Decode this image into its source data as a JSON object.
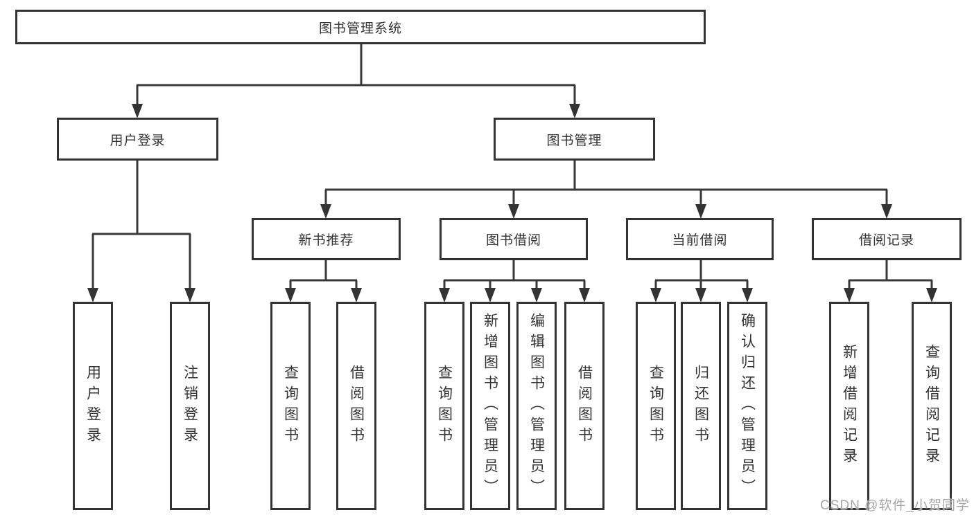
{
  "diagram": {
    "root": {
      "label": "图书管理系统",
      "children": [
        {
          "label": "用户登录",
          "children": [
            {
              "label": "用户登录"
            },
            {
              "label": "注销登录"
            }
          ]
        },
        {
          "label": "图书管理",
          "children": [
            {
              "label": "新书推荐",
              "children": [
                {
                  "label": "查询图书"
                },
                {
                  "label": "借阅图书"
                }
              ]
            },
            {
              "label": "图书借阅",
              "children": [
                {
                  "label": "查询图书"
                },
                {
                  "label": "新增图书（管理员）"
                },
                {
                  "label": "编辑图书（管理员）"
                },
                {
                  "label": "借阅图书"
                }
              ]
            },
            {
              "label": "当前借阅",
              "children": [
                {
                  "label": "查询图书"
                },
                {
                  "label": "归还图书"
                },
                {
                  "label": "确认归还（管理员）"
                }
              ]
            },
            {
              "label": "借阅记录",
              "children": [
                {
                  "label": "新增借阅记录"
                },
                {
                  "label": "查询借阅记录"
                }
              ]
            }
          ]
        }
      ]
    },
    "line_color": "#383838"
  },
  "watermark": "CSDN @软件_小贺同学"
}
